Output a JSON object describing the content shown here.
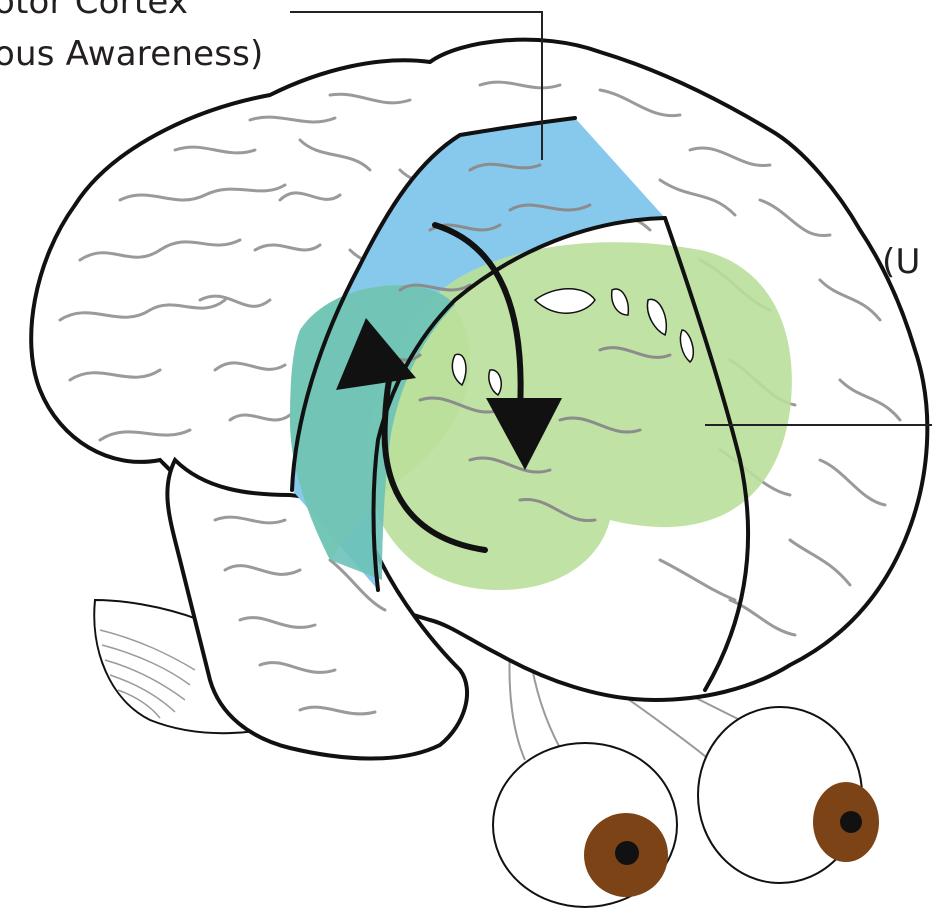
{
  "labels": {
    "motor_cortex_line1": "otor Cortex",
    "motor_cortex_line2": "ous Awareness)",
    "right_partial": "(U"
  },
  "colors": {
    "outline": "#111111",
    "sulci": "#9a9a9a",
    "motor_band": "#87c9ec",
    "deep_region": "#b9df9a",
    "overlap": "#6cc2b8",
    "iris": "#7b4316",
    "pupil": "#111111"
  },
  "icons": [
    "up-arrow-icon",
    "down-arrow-icon"
  ]
}
